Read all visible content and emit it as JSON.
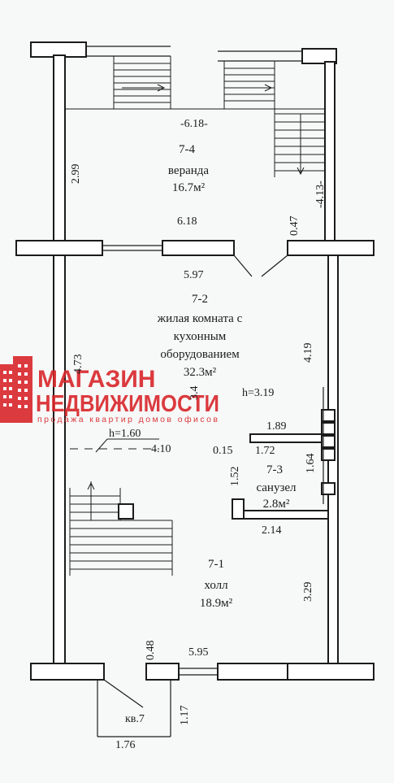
{
  "rooms": {
    "veranda": {
      "code": "7-4",
      "name": "веранда",
      "area": "16.7м²"
    },
    "living": {
      "code": "7-2",
      "name_line1": "жилая комната с",
      "name_line2": "кухонным",
      "name_line3": "оборудованием",
      "area": "32.3м²"
    },
    "bathroom": {
      "code": "7-3",
      "name": "санузел",
      "area": "2.8м²"
    },
    "hall": {
      "code": "7-1",
      "name": "холл",
      "area": "18.9м²"
    }
  },
  "dimensions": {
    "top_width": "-6.18-",
    "veranda_height": "2.99",
    "stair_right": "-4.13-",
    "veranda_bottom": "6.18",
    "wall_thickness": "0.47",
    "living_top": "5.97",
    "living_left": "4.73",
    "living_right": "4.19",
    "stair_partial": "3.4",
    "ceiling_height": "h=3.19",
    "mezzanine_height": "h=1.60",
    "living_mid": "4.10",
    "bath_top": "1.89",
    "bath_gap": "0.15",
    "bath_inner": "1.72",
    "bath_left": "1.52",
    "bath_right": "1.64",
    "bath_bottom": "2.14",
    "hall_right": "3.29",
    "hall_wall": "0.48",
    "hall_bottom": "5.95",
    "porch_height": "1.17",
    "porch_width": "1.76",
    "apartment": "кв.7"
  },
  "watermark": {
    "line1": "МАГАЗИН",
    "line2": "НЕДВИЖИМОСТИ",
    "tagline": "продажа квартир домов офисов",
    "color": "#d8262a"
  }
}
